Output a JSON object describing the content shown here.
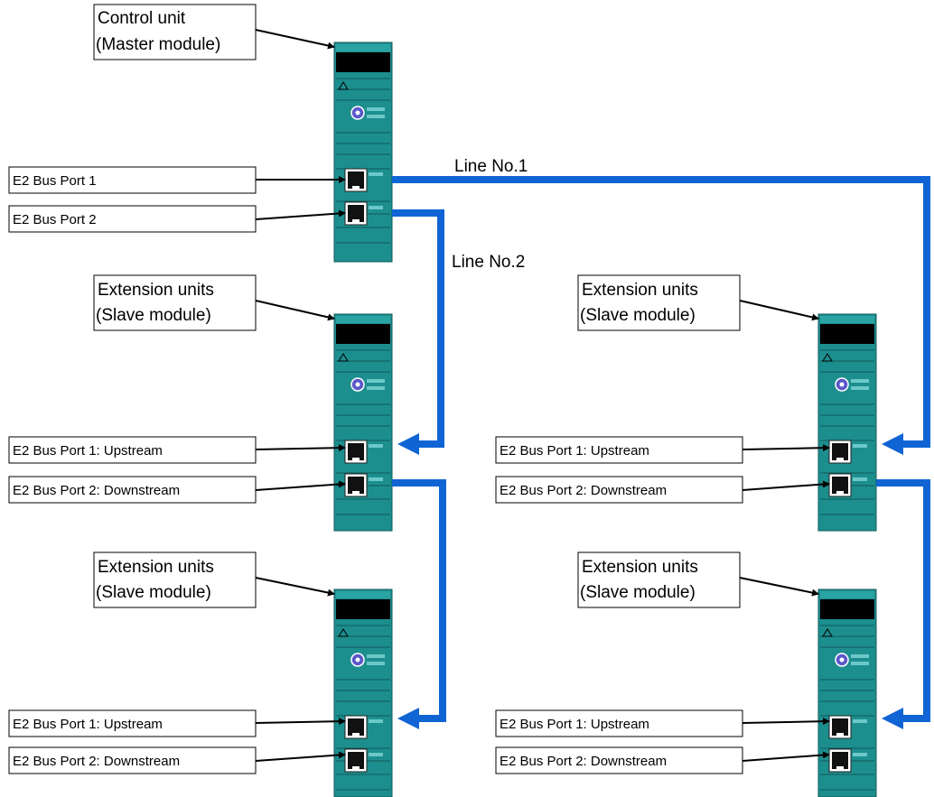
{
  "colors": {
    "module_body": "#1d8e8e",
    "module_dark": "#0f5a5a",
    "module_display": "#000000",
    "knob": "#5b57c9",
    "connection_line": "#1064d4",
    "leader_line": "#000000",
    "label_border": "#000000"
  },
  "icons": {
    "module": "plc-module-icon",
    "port": "ethernet-port-icon",
    "arrow": "arrow-head-icon"
  },
  "lines": {
    "line1": "Line No.1",
    "line2": "Line No.2"
  },
  "control_unit": {
    "title_line1": "Control unit",
    "title_line2": "(Master module)",
    "port1": "E2 Bus Port 1",
    "port2": "E2 Bus Port 2"
  },
  "extension_units": [
    {
      "title_line1": "Extension units",
      "title_line2": "(Slave module)",
      "port1": "E2 Bus Port 1: Upstream",
      "port2": "E2 Bus Port 2: Downstream"
    },
    {
      "title_line1": "Extension units",
      "title_line2": "(Slave module)",
      "port1": "E2 Bus Port 1: Upstream",
      "port2": "E2 Bus Port 2: Downstream"
    },
    {
      "title_line1": "Extension units",
      "title_line2": "(Slave module)",
      "port1": "E2 Bus Port 1: Upstream",
      "port2": "E2 Bus Port 2: Downstream"
    },
    {
      "title_line1": "Extension units",
      "title_line2": "(Slave module)",
      "port1": "E2 Bus Port 1: Upstream",
      "port2": "E2 Bus Port 2: Downstream"
    }
  ]
}
